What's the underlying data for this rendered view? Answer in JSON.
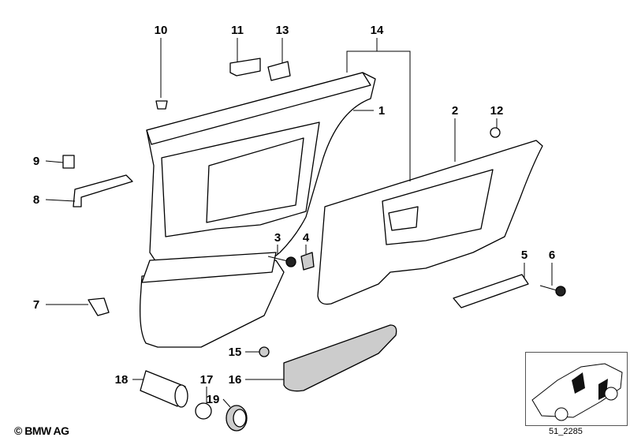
{
  "labels": {
    "p1": "1",
    "p2": "2",
    "p3": "3",
    "p4": "4",
    "p5": "5",
    "p6": "6",
    "p7": "7",
    "p8": "8",
    "p9": "9",
    "p10": "10",
    "p11": "11",
    "p12": "12",
    "p13": "13",
    "p14": "14",
    "p15": "15",
    "p16": "16",
    "p17": "17",
    "p18": "18",
    "p19": "19"
  },
  "footer": {
    "copyright": "© BMW AG",
    "reference": "51_2285"
  }
}
